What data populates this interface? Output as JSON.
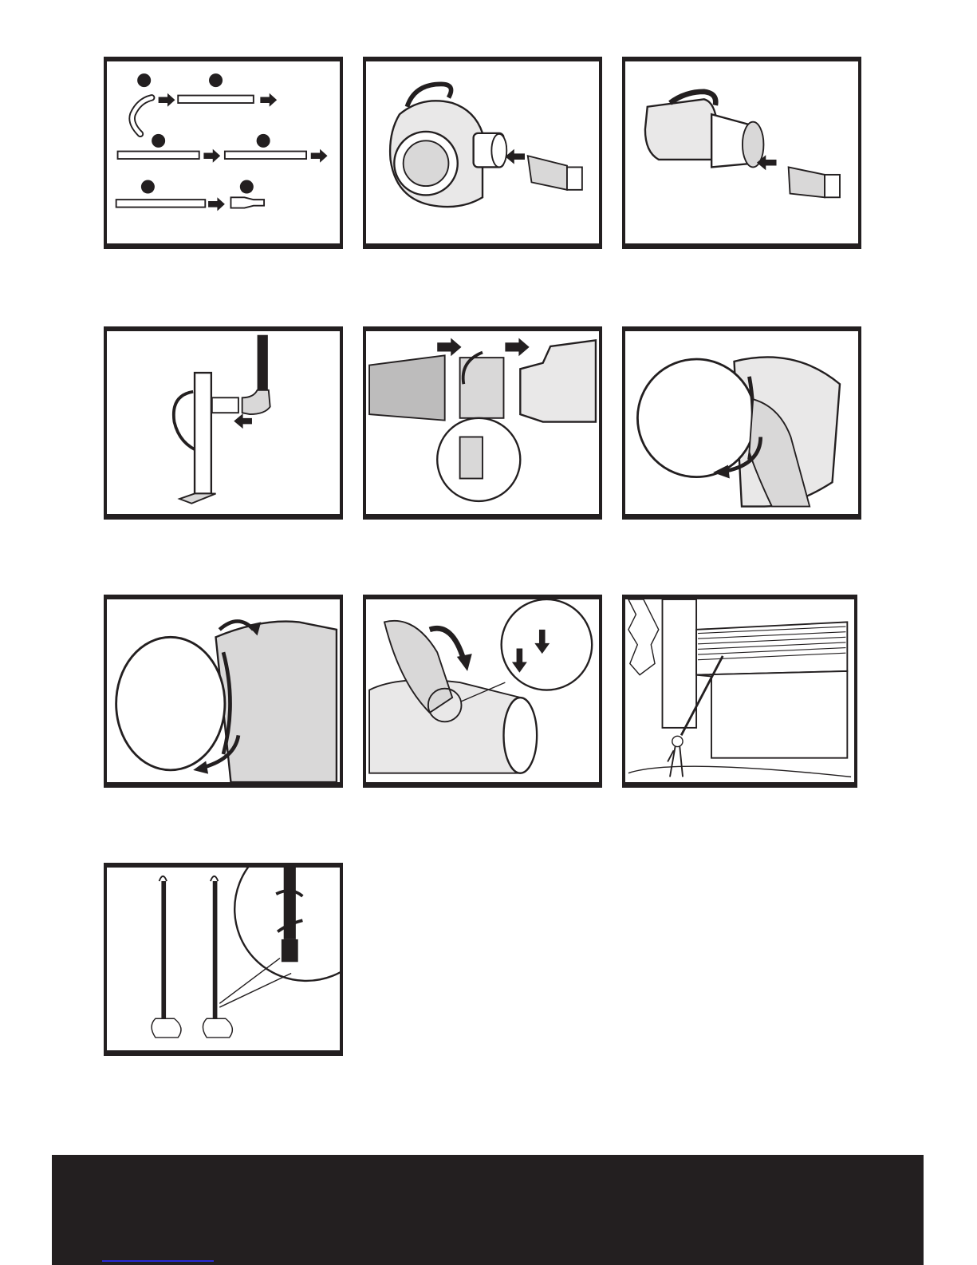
{
  "page": {
    "background": "#ffffff",
    "ink": "#231f20",
    "shade": "#d9d8d8",
    "footer_color": "#231f20",
    "link_color": "#2a2ad8"
  },
  "figures": [
    {
      "id": "fig-1",
      "icon": "tube-assembly-sequence-illustration"
    },
    {
      "id": "fig-2",
      "icon": "blower-nozzle-attach-illustration"
    },
    {
      "id": "fig-3",
      "icon": "blower-nozzle-attach-side-illustration"
    },
    {
      "id": "fig-4",
      "icon": "vacuum-tube-connect-illustration"
    },
    {
      "id": "fig-5",
      "icon": "bag-clip-attach-illustration"
    },
    {
      "id": "fig-6",
      "icon": "collection-bag-rotate-illustration"
    },
    {
      "id": "fig-7",
      "icon": "collection-bag-release-illustration"
    },
    {
      "id": "fig-8",
      "icon": "clip-press-release-illustration"
    },
    {
      "id": "fig-9",
      "icon": "gutter-cleaning-operation-illustration"
    },
    {
      "id": "fig-10",
      "icon": "extension-tube-lock-illustration"
    }
  ]
}
